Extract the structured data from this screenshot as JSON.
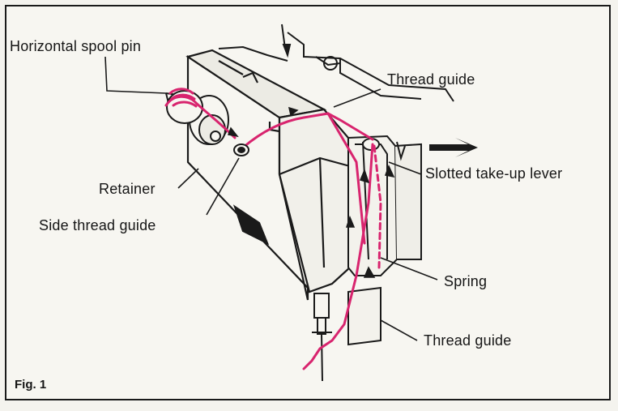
{
  "labels": {
    "horizontal_spool_pin": "Horizontal spool pin",
    "thread_guide_top": "Thread guide",
    "slotted_take_up_lever": "Slotted take-up lever",
    "retainer": "Retainer",
    "side_thread_guide": "Side thread guide",
    "spring": "Spring",
    "thread_guide_bottom": "Thread guide",
    "figure": "Fig. 1"
  },
  "colors": {
    "thread": "#d8246e",
    "ink": "#1a1a1a",
    "paper": "#f7f6f1"
  }
}
